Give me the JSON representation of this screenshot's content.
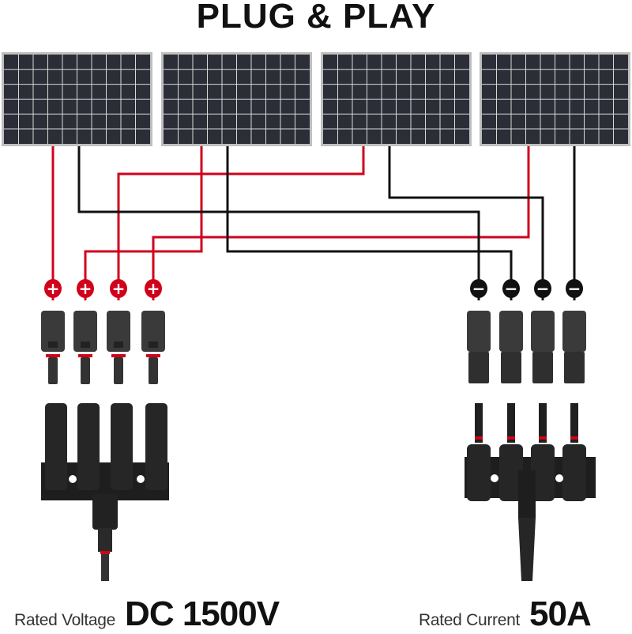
{
  "title": "PLUG & PLAY",
  "panels": [
    {
      "id": 1
    },
    {
      "id": 2
    },
    {
      "id": 3
    },
    {
      "id": 4
    }
  ],
  "connectors": {
    "positive_symbol": "+",
    "negative_symbol": "−",
    "positive_color": "#d0021b",
    "negative_color": "#111111"
  },
  "specs": {
    "voltage_label": "Rated Voltage",
    "voltage_value": "DC 1500V",
    "current_label": "Rated Current",
    "current_value": "50A"
  },
  "colors": {
    "wire_red": "#d0021b",
    "wire_black": "#111111",
    "panel": "#2b2e36",
    "connector": "#2a2a2a"
  }
}
